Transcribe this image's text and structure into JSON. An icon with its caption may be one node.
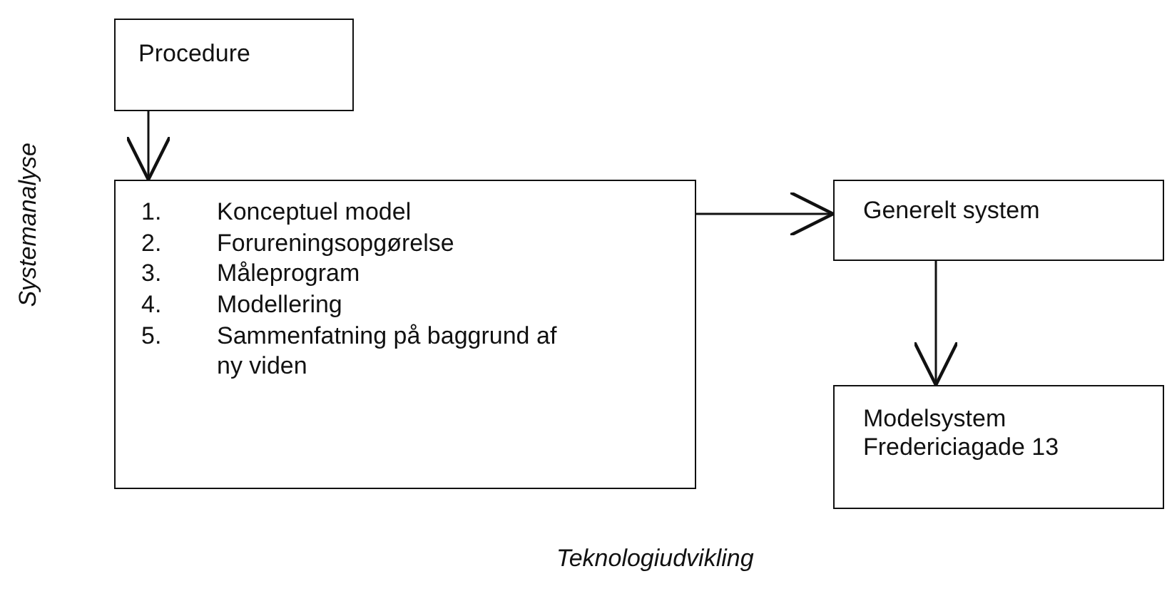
{
  "diagram": {
    "nodes": [
      {
        "text": [
          "Procedure"
        ]
      },
      {
        "text": [
          "1.",
          "Konceptuel model",
          "2.",
          "Forureningsopgørelse",
          "3.",
          "Måleprogram",
          "4.",
          "Modellering",
          "5.",
          "Sammenfatning på baggrund af ny viden"
        ]
      },
      {
        "text": [
          "Generelt system"
        ]
      },
      {
        "text": [
          "Modelsystem Fredericiagade 13"
        ]
      }
    ],
    "edges": [
      {
        "from": 0,
        "to": 1,
        "arrow": "to"
      },
      {
        "from": 1,
        "to": 2,
        "arrow": "to"
      },
      {
        "from": 2,
        "to": 3,
        "arrow": "to"
      }
    ],
    "labels": [
      "Systemanalyse",
      "Teknologiudvikling"
    ]
  }
}
